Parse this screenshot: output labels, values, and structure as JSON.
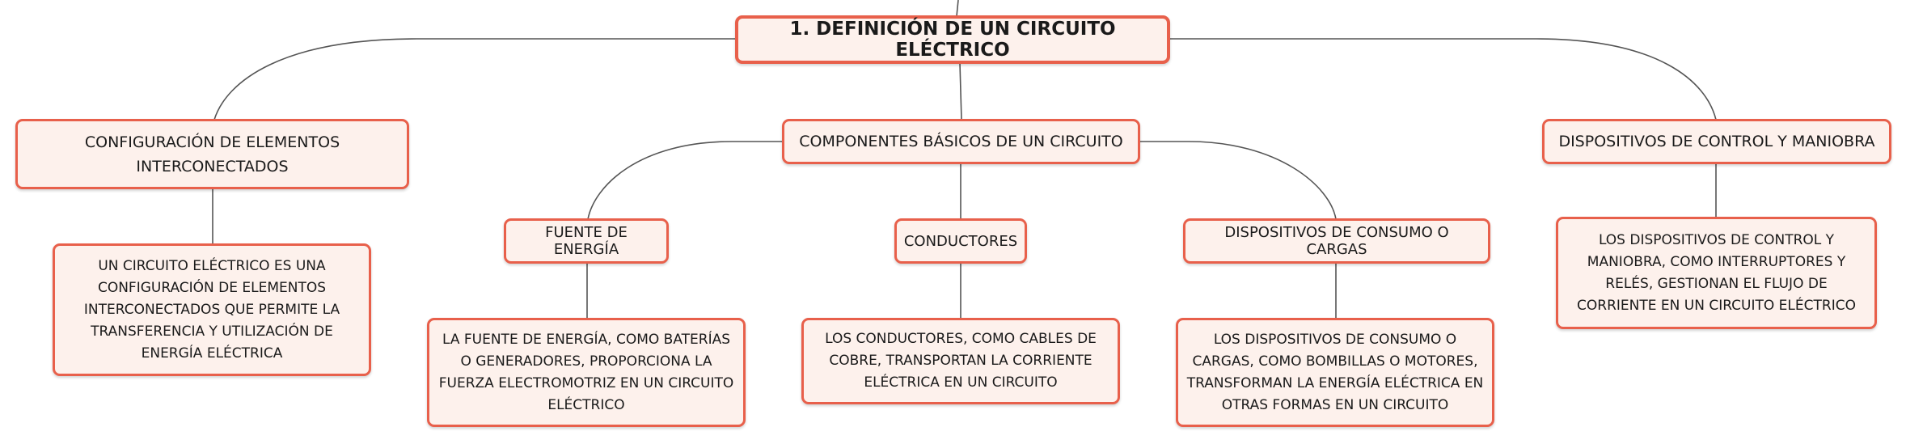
{
  "root": {
    "label": "1. DEFINICIÓN DE UN CIRCUITO ELÉCTRICO"
  },
  "branches": [
    {
      "label": "CONFIGURACIÓN DE ELEMENTOS INTERCONECTADOS",
      "detail": "UN CIRCUITO ELÉCTRICO ES UNA CONFIGURACIÓN DE ELEMENTOS INTERCONECTADOS QUE PERMITE LA TRANSFERENCIA Y UTILIZACIÓN DE ENERGÍA ELÉCTRICA"
    },
    {
      "label": "COMPONENTES BÁSICOS DE UN CIRCUITO",
      "children": [
        {
          "label": "FUENTE DE ENERGÍA",
          "detail": "LA FUENTE DE ENERGÍA, COMO BATERÍAS O GENERADORES, PROPORCIONA LA FUERZA ELECTROMOTRIZ EN UN CIRCUITO ELÉCTRICO"
        },
        {
          "label": "CONDUCTORES",
          "detail": "LOS CONDUCTORES, COMO CABLES DE COBRE, TRANSPORTAN LA CORRIENTE ELÉCTRICA EN UN CIRCUITO"
        },
        {
          "label": "DISPOSITIVOS DE CONSUMO O CARGAS",
          "detail": "LOS DISPOSITIVOS DE CONSUMO O CARGAS, COMO BOMBILLAS O MOTORES, TRANSFORMAN LA ENERGÍA ELÉCTRICA EN OTRAS FORMAS EN UN CIRCUITO"
        }
      ]
    },
    {
      "label": "DISPOSITIVOS DE CONTROL Y MANIOBRA",
      "detail": "LOS DISPOSITIVOS DE CONTROL Y MANIOBRA, COMO INTERRUPTORES Y RELÉS, GESTIONAN EL FLUJO DE CORRIENTE EN UN CIRCUITO ELÉCTRICO"
    }
  ],
  "colors": {
    "node_border": "#e8604b",
    "node_fill": "#fdf1ec",
    "connector": "#555555",
    "text": "#1a1a1a"
  }
}
